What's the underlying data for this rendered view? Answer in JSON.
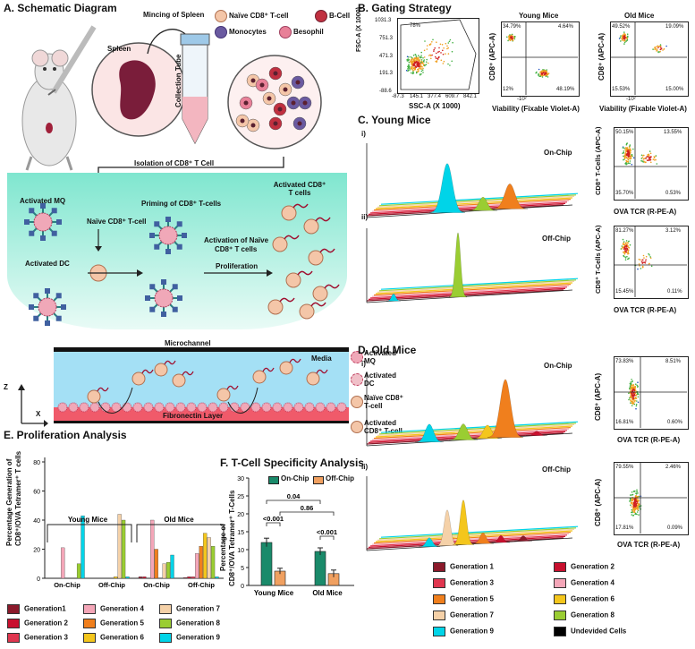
{
  "panelA": {
    "title": "A. Schematic Diagram",
    "spleen": "Spleen",
    "mincing": "Mincing of Spleen",
    "tube": "Collection Tube",
    "legend": [
      "Naïve CD8⁺ T-cell",
      "B-Cell",
      "Monocytes",
      "Besophil"
    ],
    "isolation": "Isolation of CD8⁺ T Cell",
    "activated_mq": "Activated MQ",
    "naive_cell": "Naïve CD8⁺ T-cell",
    "activated_dc": "Activated DC",
    "priming": "Priming of CD8⁺ T-cells",
    "activated_t": "Activated CD8⁺ T cells",
    "activation_line1": "Activation of Naïve",
    "activation_line2": "CD8⁺ T cells",
    "proliferation": "Proliferation",
    "microchannel": "Microchannel",
    "media": "Media",
    "fibronectin": "Fibronectin Layer",
    "axis_z": "Z",
    "axis_x": "X",
    "chip_legend": [
      "Activated MQ",
      "Activated DC",
      "Naïve CD8⁺ T-cell",
      "Activated CD8⁺ T-cell"
    ]
  },
  "panelB": {
    "title": "B. Gating Strategy",
    "young_title": "Young Mice",
    "old_title": "Old Mice",
    "plot1": {
      "ylabel": "FSC-A (X 1000)",
      "xlabel": "SSC-A (X 1000)",
      "yticks": [
        "1031.3",
        "751.3",
        "471.3",
        "191.3",
        "-88.6"
      ],
      "xticks": [
        "-87.3",
        "145.1",
        "377.4",
        "609.7",
        "842.1"
      ],
      "gate_pct": "78%"
    },
    "young": {
      "ylabel": "CD8⁺ (APC-A)",
      "xlabel": "Viability (Fixable Violet-A)",
      "q": [
        "34.79%",
        "4.64%",
        "12%",
        "48.19%"
      ],
      "tick": "-10²"
    },
    "old": {
      "ylabel": "CD8⁺ (APC-A)",
      "xlabel": "Viability (Fixable Violet-A)",
      "q": [
        "49.52%",
        "19.09%",
        "15.53%",
        "15.00%"
      ],
      "tick": "-10²"
    }
  },
  "panelC": {
    "title": "C. Young Mice",
    "i": "i)",
    "ii": "ii)",
    "on_chip": "On-Chip",
    "off_chip": "Off-Chip",
    "flow_on": {
      "ylabel": "CD8⁺ T-Cells (APC-A)",
      "xlabel": "OVA TCR (R-PE-A)",
      "q": [
        "50.15%",
        "13.55%",
        "35.70%",
        "0.53%"
      ]
    },
    "flow_off": {
      "ylabel": "CD8⁺ T-Cells (APC-A)",
      "xlabel": "OVA TCR (R-PE-A)",
      "q": [
        "81.27%",
        "3.12%",
        "15.45%",
        "0.11%"
      ]
    }
  },
  "panelD": {
    "title": "D. Old Mice",
    "i": "i)",
    "ii": "ii)",
    "on_chip": "On-Chip",
    "off_chip": "Off-Chip",
    "flow_on": {
      "ylabel": "CD8⁺ (APC-A)",
      "xlabel": "OVA TCR (R-PE-A)",
      "q": [
        "73.83%",
        "8.51%",
        "16.81%",
        "0.60%"
      ]
    },
    "flow_off": {
      "ylabel": "CD8⁺ (APC-A)",
      "xlabel": "OVA TCR (R-PE-A)",
      "q": [
        "79.55%",
        "2.46%",
        "17.81%",
        "0.09%"
      ]
    }
  },
  "panelE": {
    "title": "E. Proliferation Analysis",
    "ylabel1": "Percentage Generation of",
    "ylabel2": "CD8⁺/OVA Tetramer⁺ T cells",
    "young": "Young Mice",
    "old": "Old Mice",
    "legend": [
      "Generation1",
      "Generation 4",
      "Generation 7",
      "Generation 2",
      "Generation 5",
      "Generation 8",
      "Generation 3",
      "Generation 6",
      "Generation 9"
    ]
  },
  "panelF": {
    "title": "F. T-Cell Specificity Analysis",
    "ylabel1": "Percentage of",
    "ylabel2": "CD8⁺/OVA Tetramer⁺ T-Cells",
    "legend_on": "On-Chip",
    "legend_off": "Off-Chip",
    "p_young": "<0.001",
    "p_old": "<0.001",
    "p_on": "0.04",
    "p_off": "0.86"
  },
  "gen_legend": [
    "Generation 1",
    "Generation 2",
    "Generation 3",
    "Generation 4",
    "Generation 5",
    "Generation 6",
    "Generation 7",
    "Generation 8",
    "Generation 9",
    "Undevided Cells"
  ],
  "gen_colors": [
    "#8b1a2b",
    "#c8102e",
    "#e0364f",
    "#f4a6b8",
    "#f07f1d",
    "#f4c61c",
    "#f5d1a8",
    "#9acd32",
    "#00d4e8",
    "#000000"
  ],
  "chart_data": [
    {
      "type": "bar",
      "title": "E. Proliferation Analysis",
      "ylim": [
        0,
        80
      ],
      "yticks": [
        0,
        20,
        40,
        60,
        80
      ],
      "categories": [
        "On-Chip",
        "Off-Chip",
        "On-Chip",
        "Off-Chip"
      ],
      "groups": [
        "Young Mice",
        "Young Mice",
        "Old Mice",
        "Old Mice"
      ],
      "series": [
        {
          "name": "Generation1",
          "values": [
            0,
            0,
            1,
            0.5
          ]
        },
        {
          "name": "Generation 2",
          "values": [
            0,
            0,
            1,
            1
          ]
        },
        {
          "name": "Generation 3",
          "values": [
            0,
            0,
            0,
            1
          ]
        },
        {
          "name": "Generation 4",
          "values": [
            21,
            0,
            40,
            17
          ]
        },
        {
          "name": "Generation 5",
          "values": [
            0,
            0,
            20,
            22
          ]
        },
        {
          "name": "Generation 6",
          "values": [
            0,
            1,
            0,
            31
          ]
        },
        {
          "name": "Generation 7",
          "values": [
            0,
            44,
            10,
            28
          ]
        },
        {
          "name": "Generation 8",
          "values": [
            10,
            40,
            11,
            22
          ]
        },
        {
          "name": "Generation 9",
          "values": [
            43,
            1,
            16,
            1
          ]
        }
      ]
    },
    {
      "type": "bar",
      "title": "F. T-Cell Specificity Analysis",
      "ylim": [
        0,
        30
      ],
      "yticks": [
        0,
        5,
        10,
        15,
        20,
        25,
        30
      ],
      "categories": [
        "Young Mice",
        "Old Mice"
      ],
      "series": [
        {
          "name": "On-Chip",
          "values": [
            12,
            9.5
          ],
          "errors": [
            1.2,
            1.0
          ]
        },
        {
          "name": "Off-Chip",
          "values": [
            4,
            3.3
          ],
          "errors": [
            0.8,
            1.0
          ]
        }
      ]
    }
  ]
}
